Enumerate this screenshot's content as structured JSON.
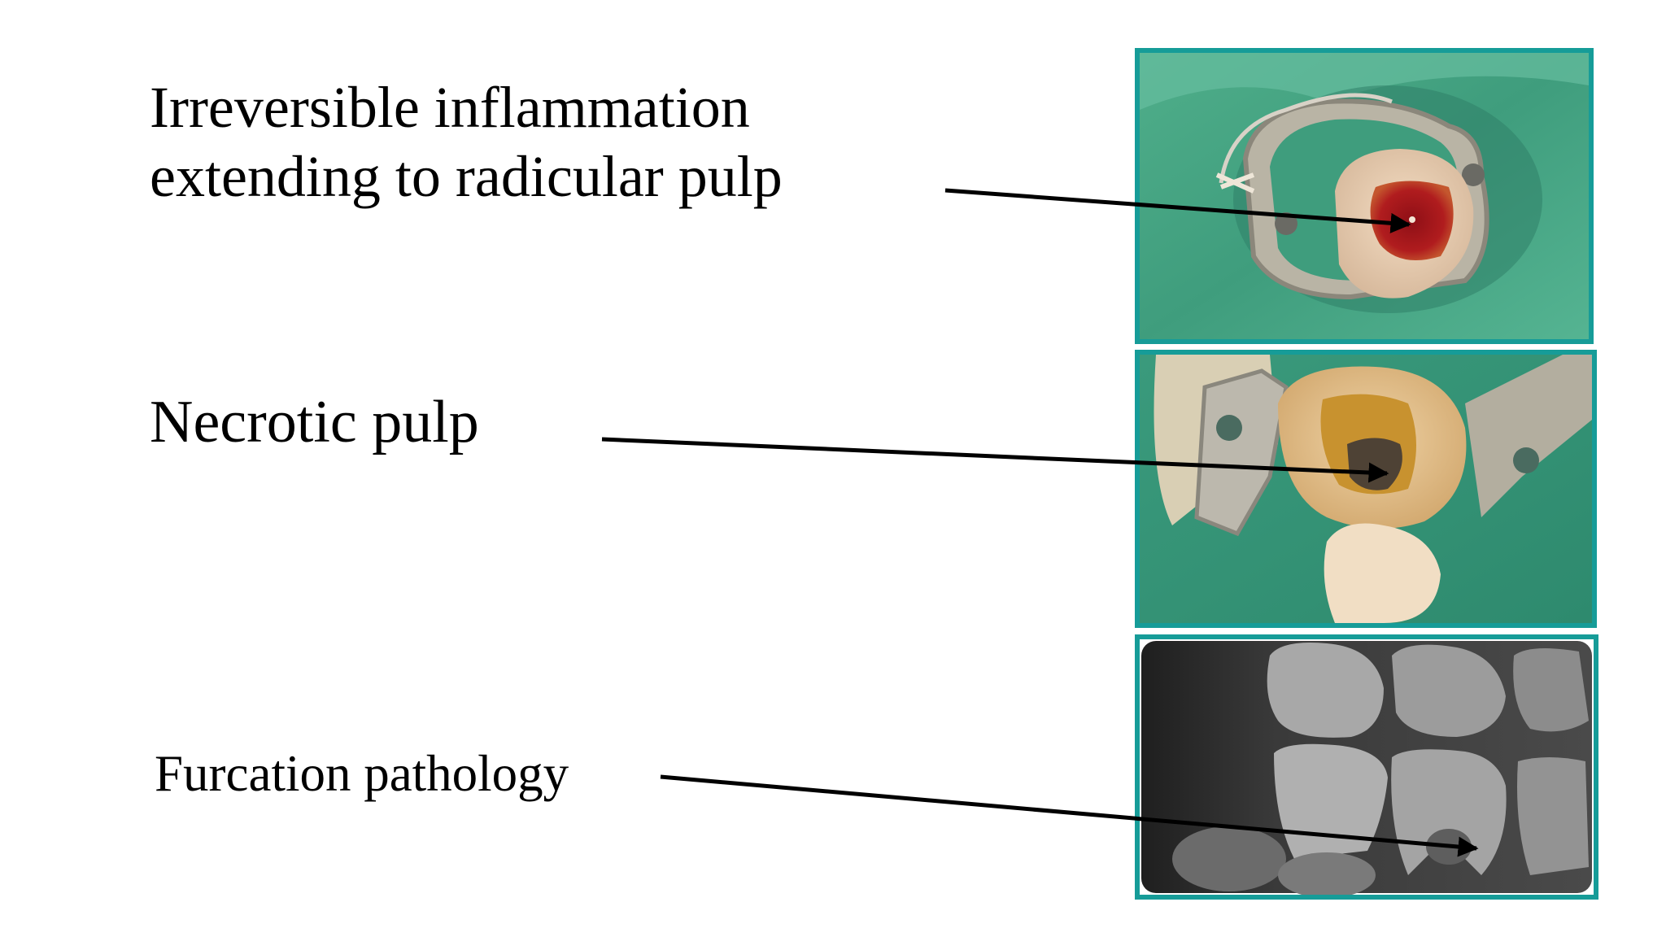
{
  "labels": {
    "irreversible_line1": "Irreversible inflammation",
    "irreversible_line2": "extending to radicular pulp",
    "necrotic": "Necrotic pulp",
    "furcation": "Furcation pathology"
  },
  "images": {
    "photo_1": "tooth-with-inflamed-bleeding-pulp-photo",
    "photo_2": "tooth-with-necrotic-pulp-photo",
    "photo_3": "dental-radiograph-furcation"
  },
  "colors": {
    "frame": "#169c98",
    "text": "#000000",
    "arrow": "#000000"
  }
}
